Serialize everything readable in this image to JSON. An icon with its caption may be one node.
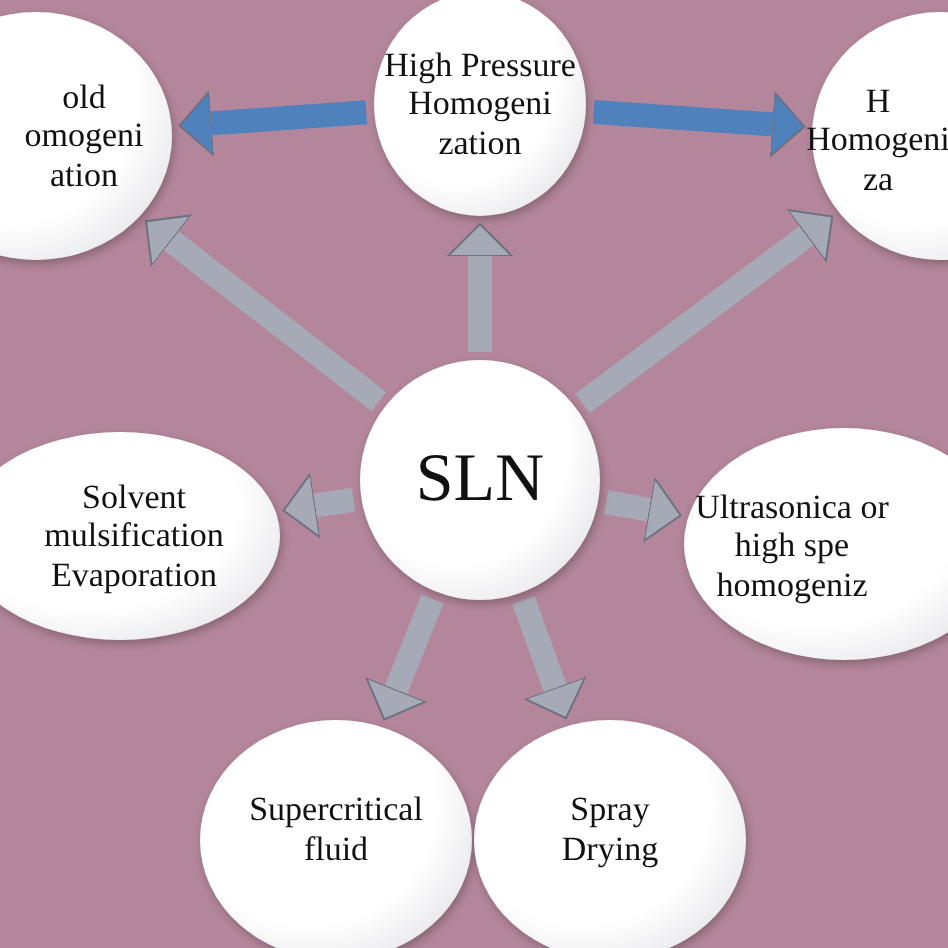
{
  "diagram": {
    "nodes": [
      {
        "text": [
          "High Pressure Homogeni zation"
        ]
      },
      {
        "text": [
          "old omogeni ation"
        ]
      },
      {
        "text": [
          "H Homogeni za"
        ]
      },
      {
        "text": [
          "SLN"
        ]
      },
      {
        "text": [
          "Solvent mulsification Evaporation"
        ]
      },
      {
        "text": [
          "Ultrasonica or high spe homogeniz"
        ]
      },
      {
        "text": [
          "Supercritical fluid"
        ]
      },
      {
        "text": [
          "Spray Drying"
        ]
      }
    ],
    "edges": [
      {
        "from": 0,
        "to": 1,
        "arrow": "to",
        "color": "#4f81bd"
      },
      {
        "from": 0,
        "to": 2,
        "arrow": "to",
        "color": "#4f81bd"
      },
      {
        "from": 3,
        "to": 1,
        "arrow": "to"
      },
      {
        "from": 3,
        "to": 0,
        "arrow": "to"
      },
      {
        "from": 3,
        "to": 2,
        "arrow": "to"
      },
      {
        "from": 3,
        "to": 4,
        "arrow": "to"
      },
      {
        "from": 3,
        "to": 5,
        "arrow": "to"
      },
      {
        "from": 3,
        "to": 6,
        "arrow": "to"
      },
      {
        "from": 3,
        "to": 7,
        "arrow": "to"
      }
    ]
  }
}
